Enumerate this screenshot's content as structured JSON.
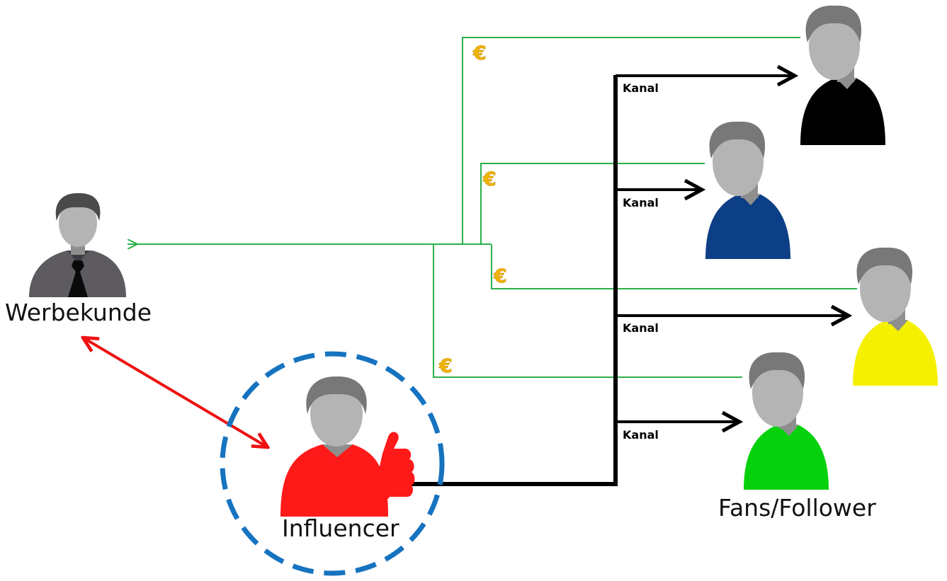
{
  "labels": {
    "advertiser": "Werbekunde",
    "influencer": "Influencer",
    "followers": "Fans/Follower",
    "channel": "Kanal",
    "currency": "€"
  },
  "colors": {
    "money_line": "#2bb04a",
    "channel_line": "#000000",
    "relation_arrow": "#ee1111",
    "influencer_ring": "#1673c0",
    "euro_fill": "#f0b400",
    "advertiser_shirt": "#5d5a60",
    "influencer_shirt": "#ff1a1a",
    "follower_shirts": [
      "#000000",
      "#0c3f86",
      "#f5f000",
      "#06d10c"
    ],
    "skin": "#b4b4b4",
    "hair": "#787878"
  },
  "icons": [
    "person-icon",
    "thumbs-up-icon",
    "euro-icon",
    "arrow-icon"
  ]
}
